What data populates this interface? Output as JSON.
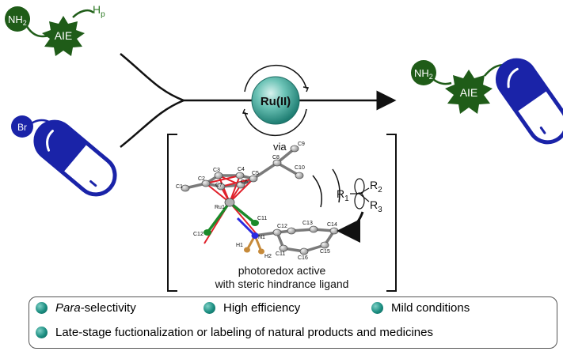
{
  "labels": {
    "nh2": "NH",
    "nh2_sub": "2",
    "aie": "AIE",
    "hp": "H",
    "hp_sub": "p",
    "br": "Br",
    "catalyst": "Ru(II)",
    "via": "via",
    "caption_line1": "photoredox active",
    "caption_line2": "with steric hindrance ligand",
    "radical_r1": "R",
    "radical_r1_sub": "1",
    "radical_r2": "R",
    "radical_r2_sub": "2",
    "radical_r3": "R",
    "radical_r3_sub": "3"
  },
  "crystal_atoms": [
    "C9",
    "C10",
    "C1",
    "C2",
    "C3",
    "C4",
    "C5",
    "C6",
    "C7",
    "C8",
    "Ru1",
    "C11",
    "C12",
    "N1",
    "H1",
    "H2",
    "C12",
    "C13",
    "C14",
    "C11",
    "C16",
    "C15"
  ],
  "benefits": {
    "para_italic": "Para",
    "para_rest": "-selectivity",
    "efficiency": "High efficiency",
    "mild": "Mild conditions",
    "late_stage": "Late-stage fuctionalization or labeling of natural products and medicines"
  },
  "colors": {
    "green": "#1f5c18",
    "blue": "#1a23a8",
    "teal": "#1a8d80",
    "ru_red": "#e0202a"
  }
}
